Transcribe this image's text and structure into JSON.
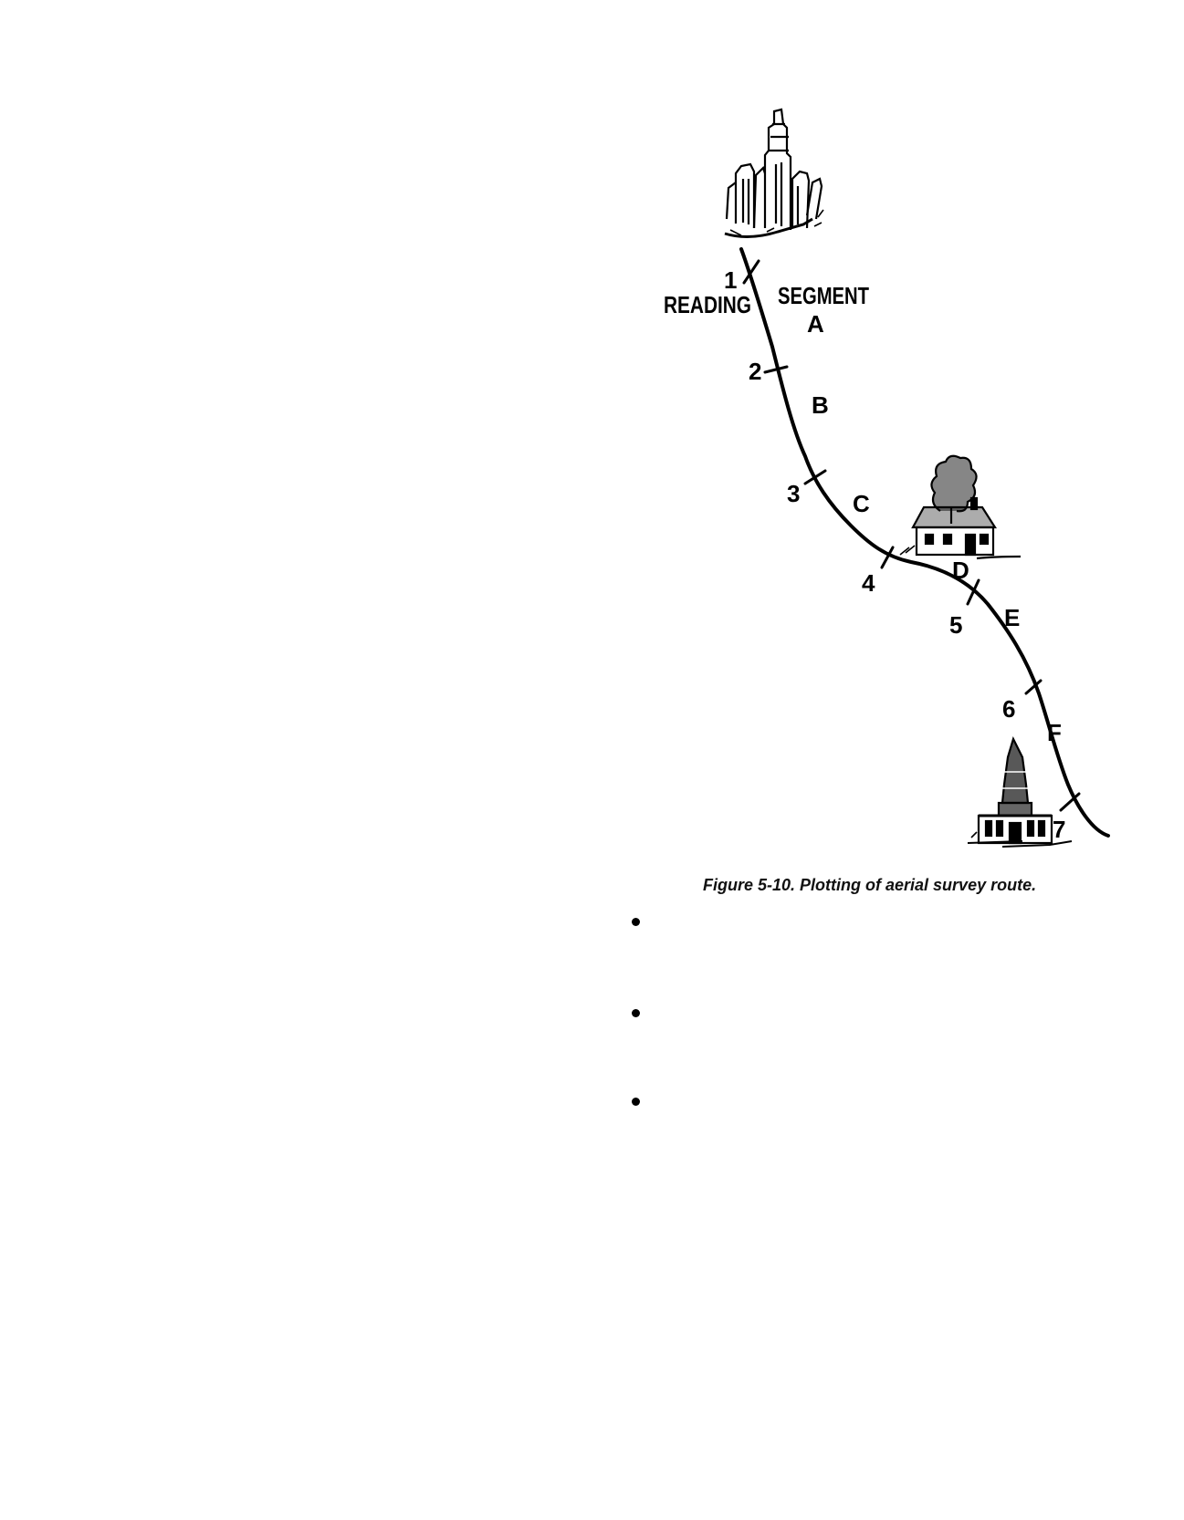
{
  "figure": {
    "caption": "Figure 5-10. Plotting of aerial survey route.",
    "reading_label": "READING",
    "segment_label": "SEGMENT",
    "readings": [
      "1",
      "2",
      "3",
      "4",
      "5",
      "6",
      "7"
    ],
    "segments": [
      "A",
      "B",
      "C",
      "D",
      "E",
      "F"
    ],
    "landmarks": [
      "city-skyline-icon",
      "farmhouse-icon",
      "domed-building-icon"
    ]
  },
  "bullets": [
    {
      "text": ""
    },
    {
      "text": ""
    },
    {
      "text": ""
    }
  ]
}
